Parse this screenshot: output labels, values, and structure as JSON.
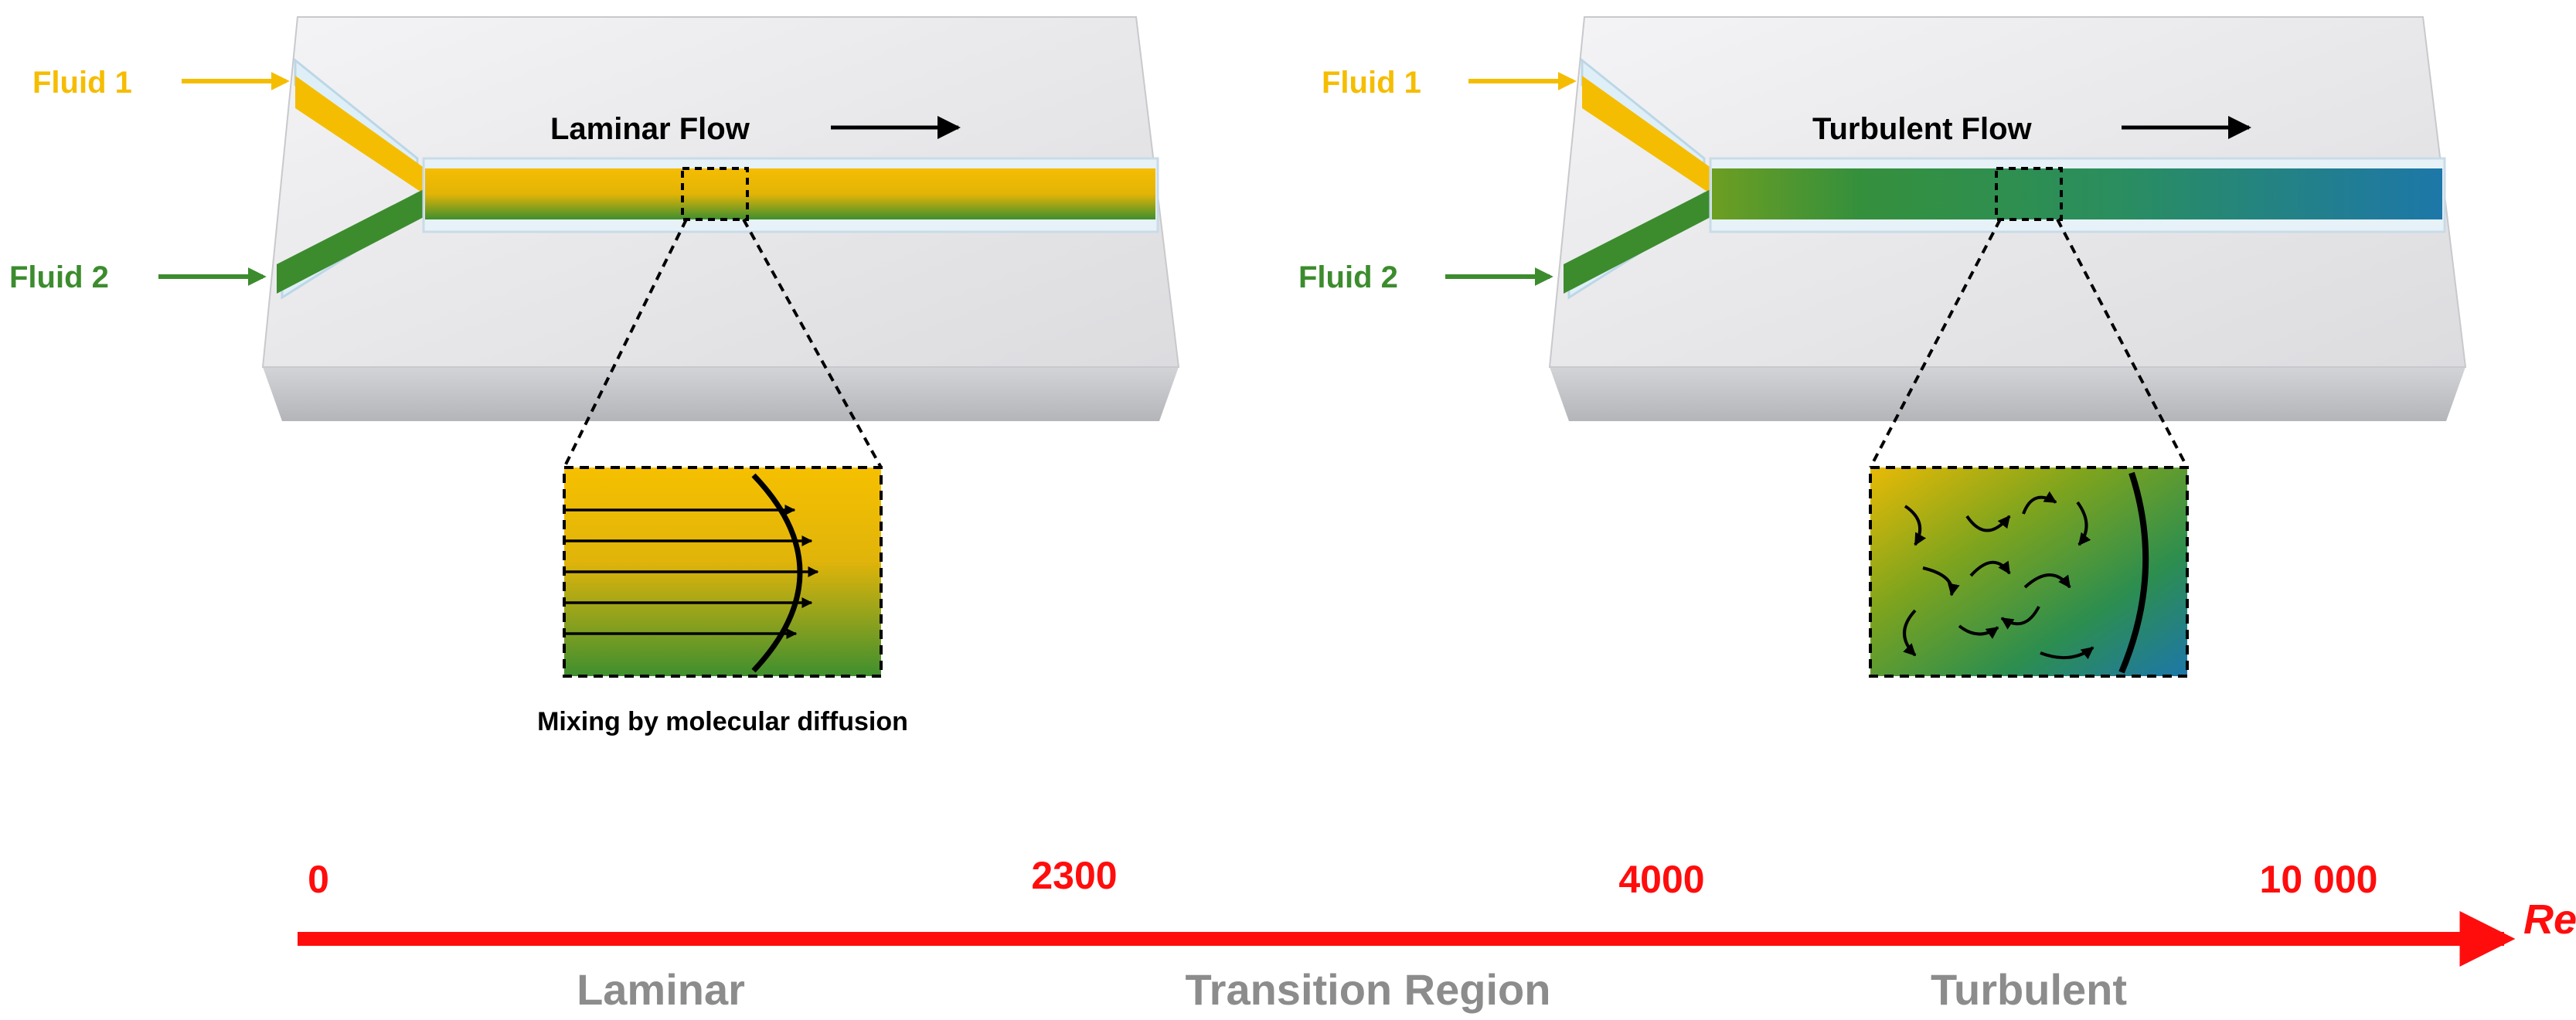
{
  "colors": {
    "fluid1": "#F5BD02",
    "fluid2": "#3C8C2E",
    "blue": "#1E78A8",
    "axis": "#FF0D0D",
    "regime_text": "#8C8C8C",
    "chip_top": "#E9E9EB",
    "chip_side": "#C4C6C9"
  },
  "laminar_panel": {
    "fluid1_label": "Fluid 1",
    "fluid2_label": "Fluid 2",
    "flow_label": "Laminar Flow",
    "caption": "Mixing by molecular diffusion"
  },
  "turbulent_panel": {
    "fluid1_label": "Fluid 1",
    "fluid2_label": "Fluid 2",
    "flow_label": "Turbulent Flow"
  },
  "reynolds_axis": {
    "axis_label": "Re",
    "ticks": [
      "0",
      "2300",
      "4000",
      "10 000"
    ],
    "regions": [
      "Laminar",
      "Transition Region",
      "Turbulent"
    ]
  }
}
